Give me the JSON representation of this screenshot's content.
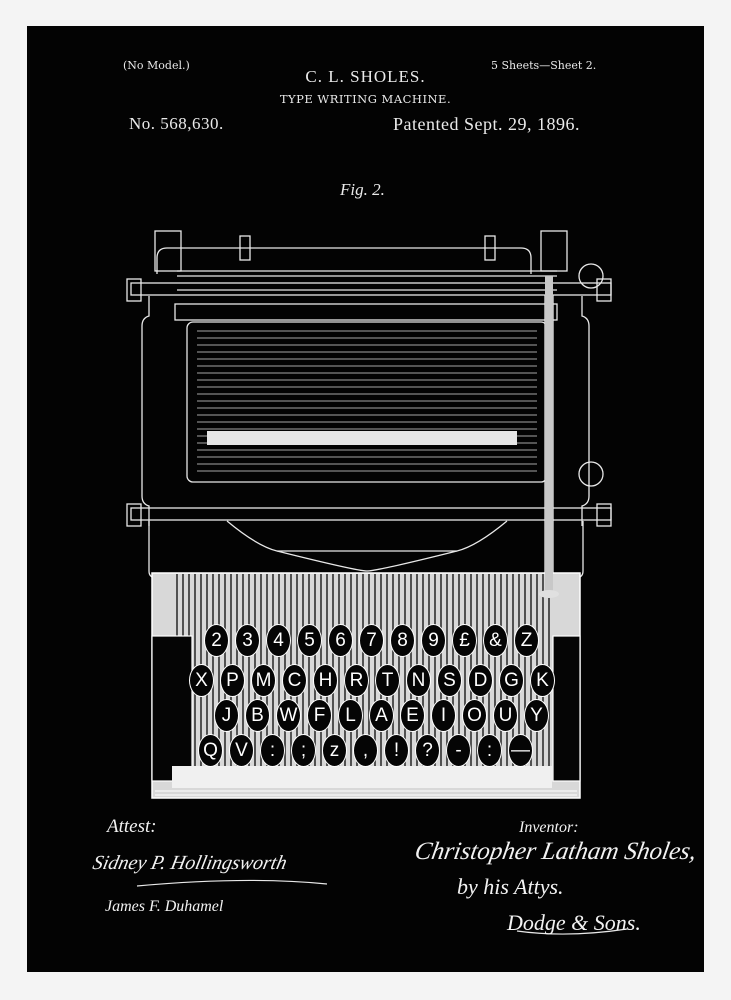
{
  "header": {
    "no_model": "(No Model.)",
    "sheets": "5 Sheets—Sheet 2.",
    "inventor_name": "C. L. SHOLES.",
    "title": "TYPE WRITING MACHINE.",
    "patent_number": "No. 568,630.",
    "patent_date": "Patented Sept. 29, 1896."
  },
  "figure": {
    "label": "Fig. 2.",
    "keyboard": {
      "row1": [
        "2",
        "3",
        "4",
        "5",
        "6",
        "7",
        "8",
        "9",
        "£",
        "&",
        "Z"
      ],
      "row2": [
        "X",
        "P",
        "M",
        "C",
        "H",
        "R",
        "T",
        "N",
        "S",
        "D",
        "G",
        "K"
      ],
      "row3": [
        "J",
        "B",
        "W",
        "F",
        "L",
        "A",
        "E",
        "I",
        "O",
        "U",
        "Y"
      ],
      "row4": [
        "Q",
        "V",
        ":",
        ";",
        "z",
        ",",
        "!",
        "?",
        "-",
        ":",
        "—"
      ]
    }
  },
  "footer": {
    "attest_label": "Attest:",
    "witness_1": "Sidney P. Hollingsworth",
    "witness_2": "James F. Duhamel",
    "inventor_label": "Inventor:",
    "inventor_signature": "Christopher Latham Sholes,",
    "by_attys": "by his Attys.",
    "attorneys": "Dodge & Sons."
  },
  "colors": {
    "frame": "#f4f4f4",
    "background": "#030303",
    "ink": "#eaeaea"
  }
}
